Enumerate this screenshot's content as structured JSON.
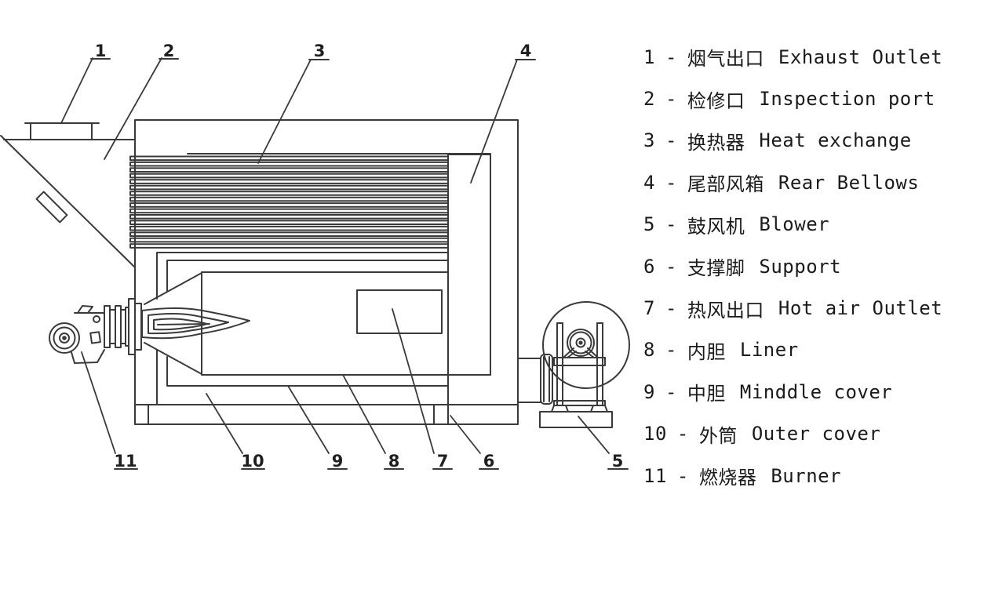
{
  "diagram": {
    "callout_numbers": [
      "1",
      "2",
      "3",
      "4",
      "5",
      "6",
      "7",
      "8",
      "9",
      "10",
      "11"
    ]
  },
  "legend": {
    "separator": "-",
    "items": [
      {
        "num": "1",
        "zh": "烟气出口",
        "en": "Exhaust Outlet"
      },
      {
        "num": "2",
        "zh": "检修口",
        "en": "Inspection port"
      },
      {
        "num": "3",
        "zh": "换热器",
        "en": "Heat exchange"
      },
      {
        "num": "4",
        "zh": "尾部风箱",
        "en": "Rear Bellows"
      },
      {
        "num": "5",
        "zh": "鼓风机",
        "en": "Blower"
      },
      {
        "num": "6",
        "zh": "支撑脚",
        "en": "Support"
      },
      {
        "num": "7",
        "zh": "热风出口",
        "en": "Hot air Outlet"
      },
      {
        "num": "8",
        "zh": "内胆",
        "en": "Liner"
      },
      {
        "num": "9",
        "zh": "中胆",
        "en": "Minddle cover"
      },
      {
        "num": "10",
        "zh": "外筒",
        "en": "Outer cover"
      },
      {
        "num": "11",
        "zh": "燃烧器",
        "en": "Burner"
      }
    ]
  },
  "colors": {
    "line": "#3a3a3a",
    "text": "#1b1b1b",
    "background": "#ffffff"
  }
}
